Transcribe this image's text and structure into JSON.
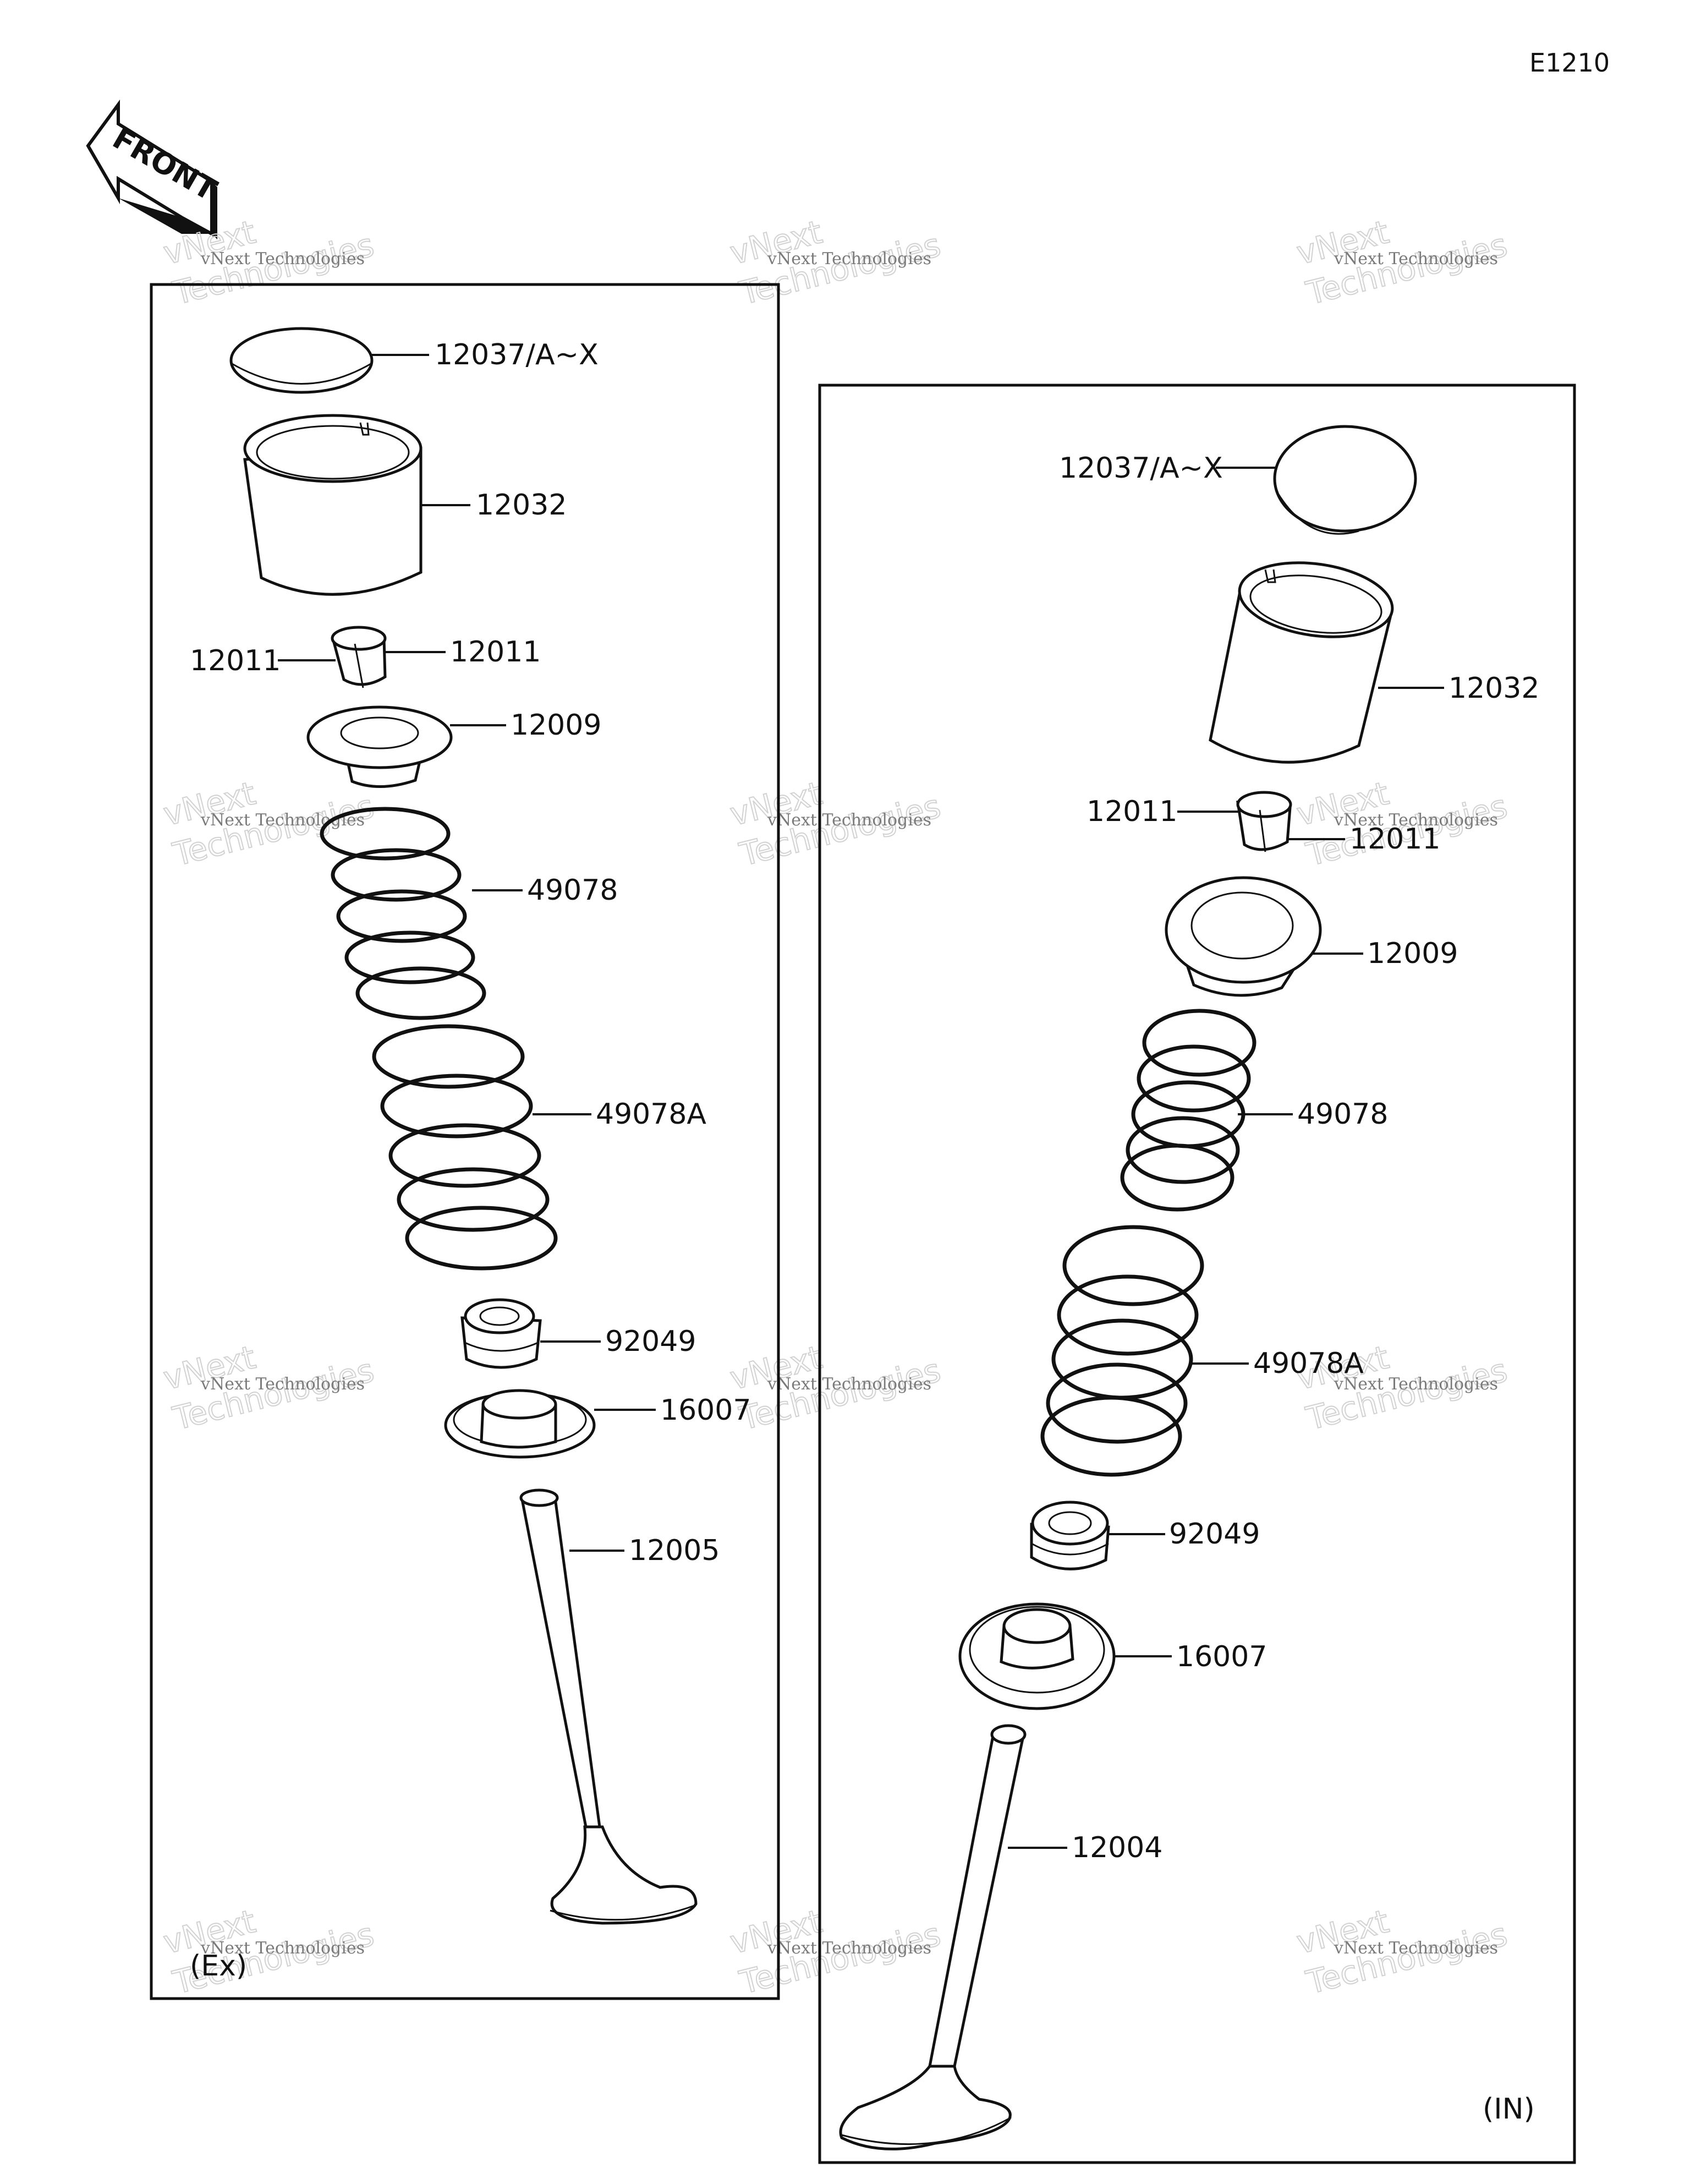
{
  "diagram_code": "E1210",
  "front_label": "FRONT",
  "panels": {
    "exhaust": {
      "tag": "(Ex)",
      "parts": {
        "shim": "12037/A~X",
        "tappet": "12032",
        "cotter_left": "12011",
        "cotter_right": "12011",
        "retainer": "12009",
        "inner_spring": "49078",
        "outer_spring": "49078A",
        "stem_seal": "92049",
        "spring_seat": "16007",
        "valve": "12005"
      }
    },
    "intake": {
      "tag": "(IN)",
      "parts": {
        "shim": "12037/A~X",
        "tappet": "12032",
        "cotter_left": "12011",
        "cotter_right": "12011",
        "retainer": "12009",
        "inner_spring": "49078",
        "outer_spring": "49078A",
        "stem_seal": "92049",
        "spring_seat": "16007",
        "valve": "12004"
      }
    }
  },
  "watermark": {
    "line1": "vNext Technologies",
    "line2": "Technologies",
    "line3": "vNext"
  }
}
